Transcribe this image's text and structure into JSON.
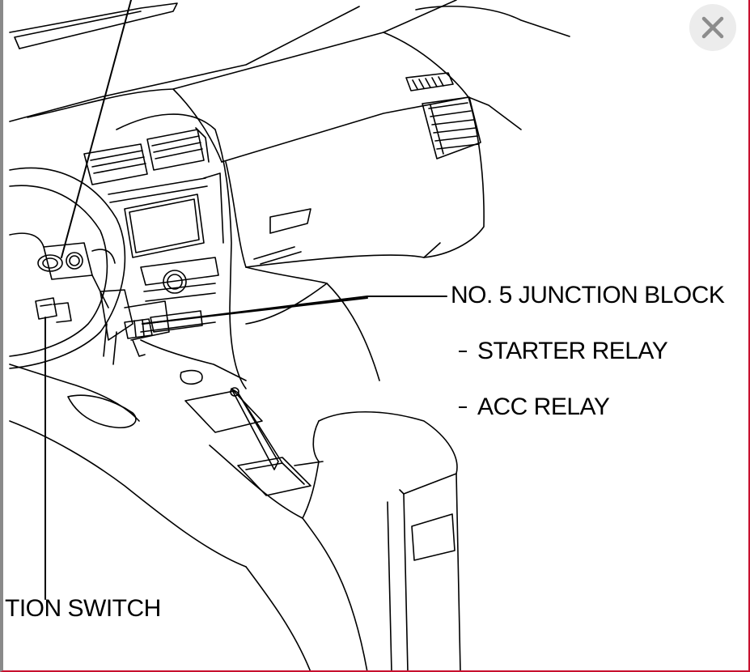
{
  "labels": {
    "junction_block": "NO. 5 JUNCTION BLOCK",
    "starter_relay": "STARTER RELAY",
    "acc_relay": "ACC RELAY",
    "ignition_switch": "TION SWITCH"
  },
  "close_button": {
    "icon": "close-icon"
  },
  "colors": {
    "line": "#000000",
    "background": "#ffffff",
    "frame_accent": "#c8102e",
    "close_bg": "#ececec",
    "close_icon": "#8c8c8c"
  }
}
